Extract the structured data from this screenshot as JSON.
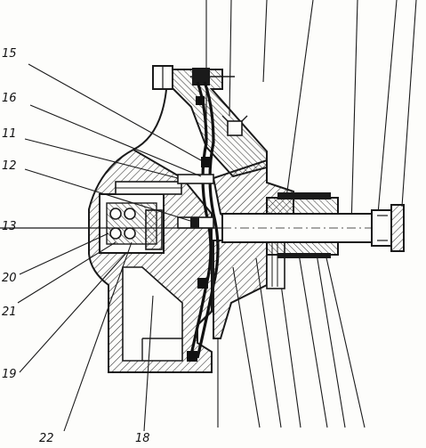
{
  "diagram": {
    "kind": "mechanical cross-section",
    "ink_color": "#1a1a1a",
    "hatch_color": "#2a2a2a",
    "paper_color": "#fdfdfb",
    "callouts": [
      {
        "id": "c15",
        "label": "15"
      },
      {
        "id": "c16",
        "label": "16"
      },
      {
        "id": "c11",
        "label": "11"
      },
      {
        "id": "c12",
        "label": "12"
      },
      {
        "id": "c13",
        "label": "13"
      },
      {
        "id": "c20",
        "label": "20"
      },
      {
        "id": "c21",
        "label": "21"
      },
      {
        "id": "c19",
        "label": "19"
      },
      {
        "id": "c22",
        "label": "22"
      },
      {
        "id": "c18",
        "label": "18"
      }
    ]
  }
}
